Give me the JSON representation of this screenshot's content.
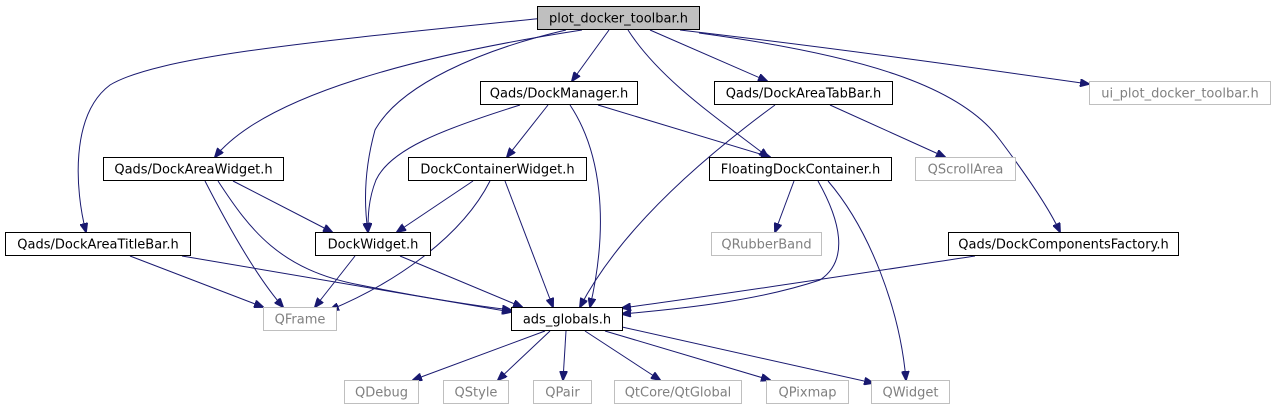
{
  "diagram": {
    "type": "include-dependency-graph",
    "colors": {
      "edge": "#191970",
      "root_fill": "#bfbfbf",
      "documented_border": "#000000",
      "external_border": "#bfbfbf",
      "external_text": "#808080",
      "text": "#000000"
    },
    "nodes": [
      {
        "id": "root",
        "label": "plot_docker_toolbar.h",
        "kind": "root"
      },
      {
        "id": "dockmanager",
        "label": "Qads/DockManager.h",
        "kind": "documented"
      },
      {
        "id": "dockareatabbar",
        "label": "Qads/DockAreaTabBar.h",
        "kind": "documented"
      },
      {
        "id": "ui_toolbar",
        "label": "ui_plot_docker_toolbar.h",
        "kind": "external"
      },
      {
        "id": "dockareawidget",
        "label": "Qads/DockAreaWidget.h",
        "kind": "documented"
      },
      {
        "id": "dockcontainerwidget",
        "label": "DockContainerWidget.h",
        "kind": "documented"
      },
      {
        "id": "floatingdockcontainer",
        "label": "FloatingDockContainer.h",
        "kind": "documented"
      },
      {
        "id": "qscrollarea",
        "label": "QScrollArea",
        "kind": "external"
      },
      {
        "id": "dockareatitlebar",
        "label": "Qads/DockAreaTitleBar.h",
        "kind": "documented"
      },
      {
        "id": "dockwidget",
        "label": "DockWidget.h",
        "kind": "documented"
      },
      {
        "id": "qrubberband",
        "label": "QRubberBand",
        "kind": "external"
      },
      {
        "id": "dockcomponentsfactory",
        "label": "Qads/DockComponentsFactory.h",
        "kind": "documented"
      },
      {
        "id": "qframe",
        "label": "QFrame",
        "kind": "external"
      },
      {
        "id": "ads_globals",
        "label": "ads_globals.h",
        "kind": "documented"
      },
      {
        "id": "qdebug",
        "label": "QDebug",
        "kind": "external"
      },
      {
        "id": "qstyle",
        "label": "QStyle",
        "kind": "external"
      },
      {
        "id": "qpair",
        "label": "QPair",
        "kind": "external"
      },
      {
        "id": "qtglobal",
        "label": "QtCore/QtGlobal",
        "kind": "external"
      },
      {
        "id": "qpixmap",
        "label": "QPixmap",
        "kind": "external"
      },
      {
        "id": "qwidget",
        "label": "QWidget",
        "kind": "external"
      }
    ],
    "edges": [
      {
        "from": "root",
        "to": "dockmanager"
      },
      {
        "from": "root",
        "to": "dockareatabbar"
      },
      {
        "from": "root",
        "to": "ui_toolbar"
      },
      {
        "from": "root",
        "to": "dockareawidget"
      },
      {
        "from": "root",
        "to": "dockareatitlebar"
      },
      {
        "from": "root",
        "to": "dockwidget"
      },
      {
        "from": "root",
        "to": "floatingdockcontainer"
      },
      {
        "from": "root",
        "to": "dockcomponentsfactory"
      },
      {
        "from": "dockmanager",
        "to": "dockcontainerwidget"
      },
      {
        "from": "dockmanager",
        "to": "floatingdockcontainer"
      },
      {
        "from": "dockmanager",
        "to": "dockwidget"
      },
      {
        "from": "dockmanager",
        "to": "ads_globals"
      },
      {
        "from": "dockareatabbar",
        "to": "qscrollarea"
      },
      {
        "from": "dockareatabbar",
        "to": "ads_globals"
      },
      {
        "from": "dockareawidget",
        "to": "dockwidget"
      },
      {
        "from": "dockareawidget",
        "to": "qframe"
      },
      {
        "from": "dockareawidget",
        "to": "ads_globals"
      },
      {
        "from": "dockcontainerwidget",
        "to": "dockwidget"
      },
      {
        "from": "dockcontainerwidget",
        "to": "qframe"
      },
      {
        "from": "dockcontainerwidget",
        "to": "ads_globals"
      },
      {
        "from": "floatingdockcontainer",
        "to": "qrubberband"
      },
      {
        "from": "floatingdockcontainer",
        "to": "ads_globals"
      },
      {
        "from": "floatingdockcontainer",
        "to": "qwidget"
      },
      {
        "from": "dockareatitlebar",
        "to": "qframe"
      },
      {
        "from": "dockareatitlebar",
        "to": "ads_globals"
      },
      {
        "from": "dockwidget",
        "to": "qframe"
      },
      {
        "from": "dockwidget",
        "to": "ads_globals"
      },
      {
        "from": "dockcomponentsfactory",
        "to": "ads_globals"
      },
      {
        "from": "ads_globals",
        "to": "qdebug"
      },
      {
        "from": "ads_globals",
        "to": "qstyle"
      },
      {
        "from": "ads_globals",
        "to": "qpair"
      },
      {
        "from": "ads_globals",
        "to": "qtglobal"
      },
      {
        "from": "ads_globals",
        "to": "qpixmap"
      },
      {
        "from": "ads_globals",
        "to": "qwidget"
      }
    ]
  }
}
